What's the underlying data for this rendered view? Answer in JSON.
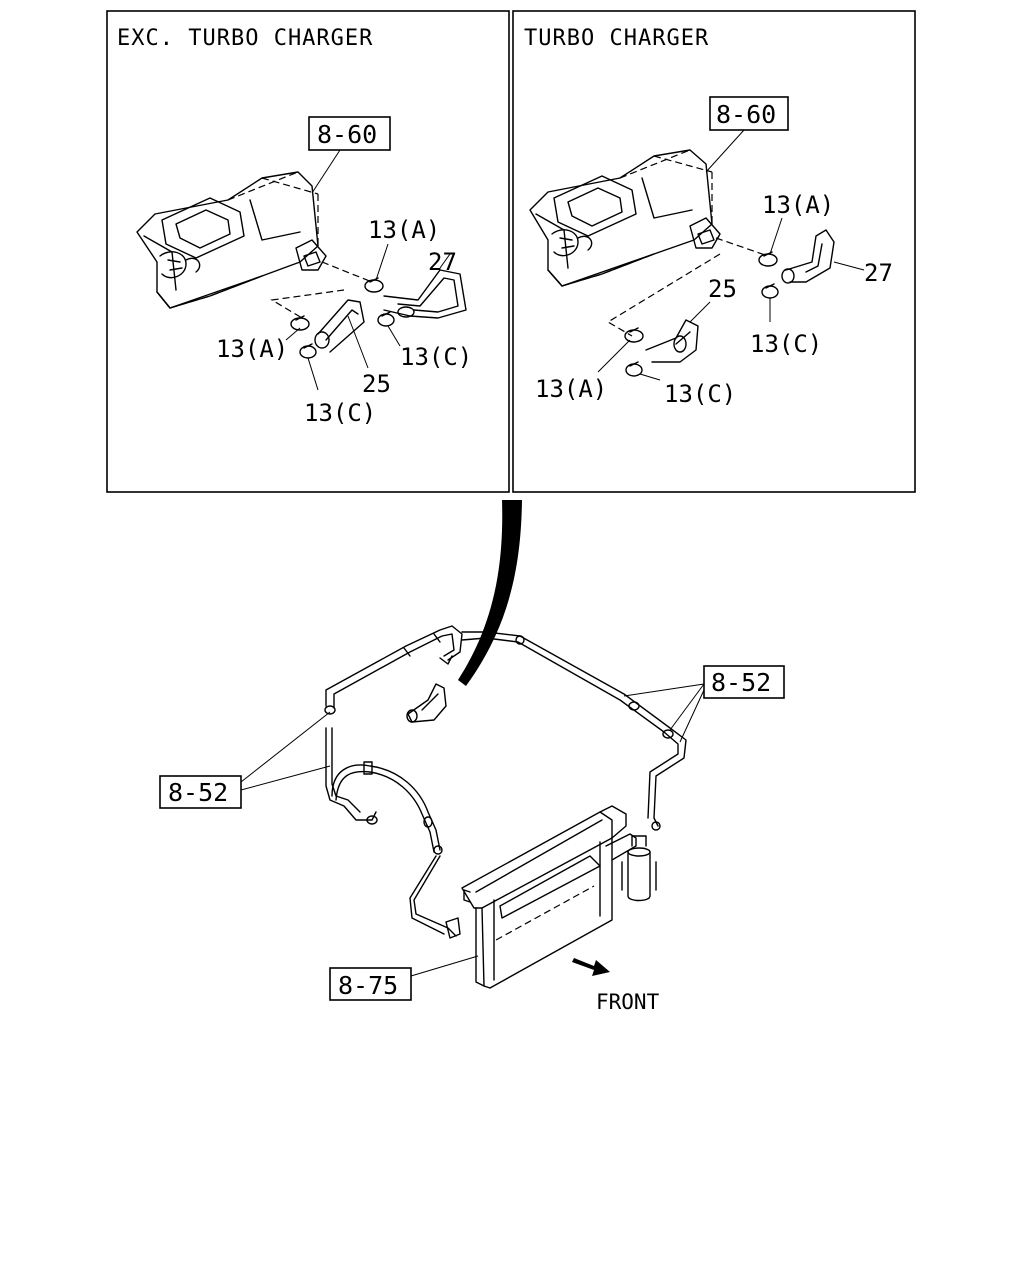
{
  "panels": {
    "left": {
      "title": "EXC. TURBO CHARGER",
      "ref_unit": "8-60",
      "labels": {
        "clamp_upper": "13(A)",
        "pipe_27": "27",
        "clamp_left": "13(A)",
        "clamp_right": "13(C)",
        "hose_25": "25",
        "clamp_bottom": "13(C)"
      }
    },
    "right": {
      "title": "TURBO CHARGER",
      "ref_unit": "8-60",
      "labels": {
        "clamp_upper": "13(A)",
        "pipe_27": "27",
        "hose_25": "25",
        "clamp_right": "13(C)",
        "clamp_left": "13(A)",
        "clamp_bottom": "13(C)"
      }
    }
  },
  "main": {
    "ref_pipes_right": "8-52",
    "ref_pipes_left": "8-52",
    "ref_condenser": "8-75",
    "front_label": "FRONT"
  }
}
